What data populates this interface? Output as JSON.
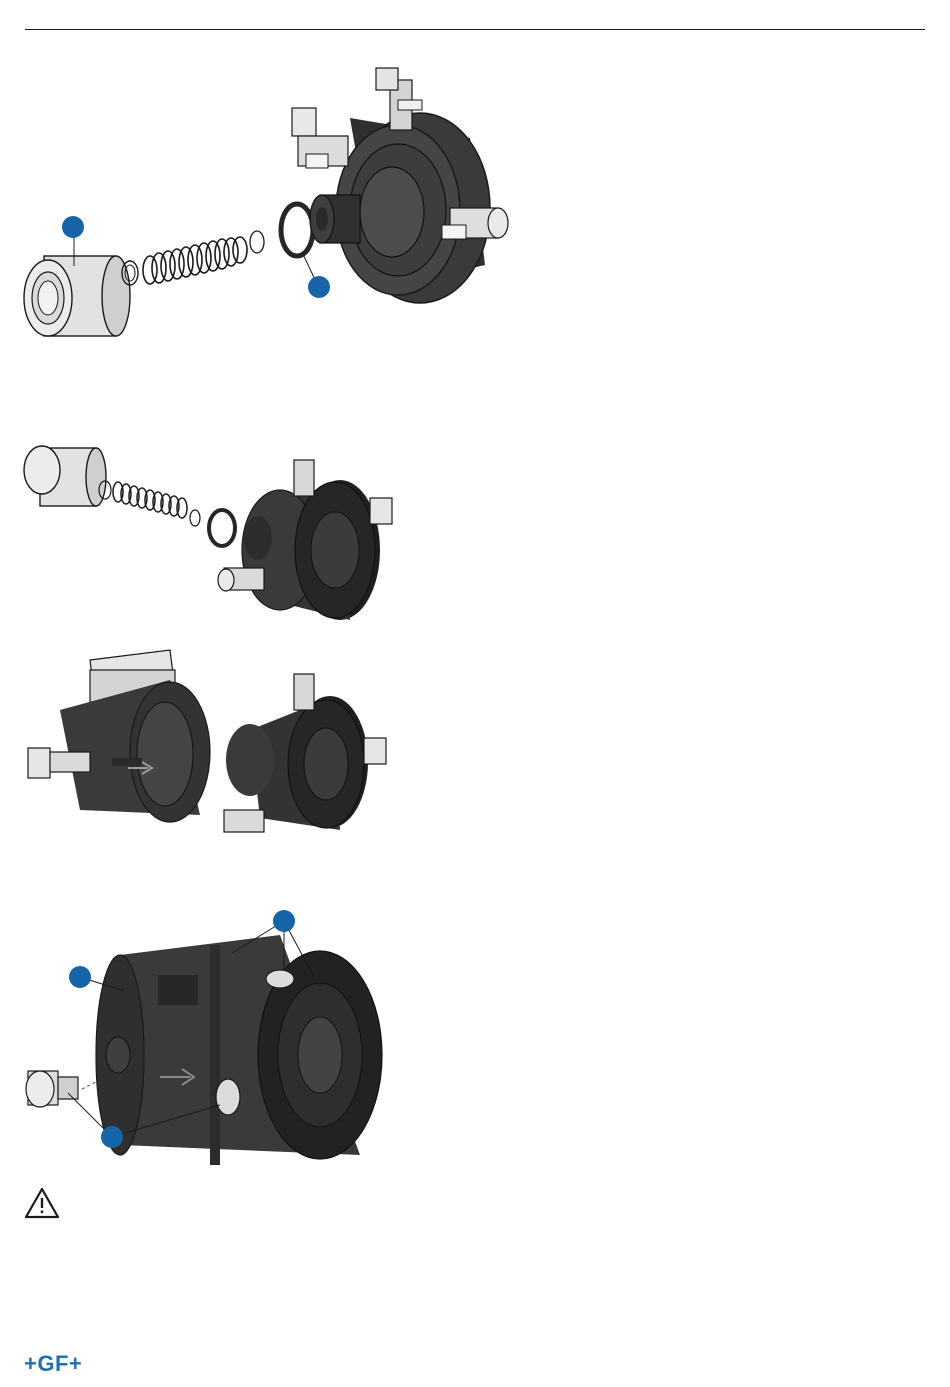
{
  "brand": {
    "logo_text": "+GF+",
    "color": "#1f6fb2"
  },
  "colors": {
    "rule": "#1a1a1a",
    "callout": "#1665a8",
    "body_dark": "#3a3a3a",
    "body_darker": "#262626",
    "metal_light": "#dcdcdc",
    "outline": "#1a1a1a"
  },
  "figures": [
    {
      "name": "step-1-exploded-check-valve",
      "callouts": 2
    },
    {
      "name": "step-2-inserting-spring-and-piston",
      "callouts": 0
    },
    {
      "name": "step-3-mount-valve-block",
      "callouts": 0
    },
    {
      "name": "step-4-assembled-check-valve",
      "callouts": 3
    }
  ],
  "icons": {
    "warning": "warning-triangle-icon"
  }
}
